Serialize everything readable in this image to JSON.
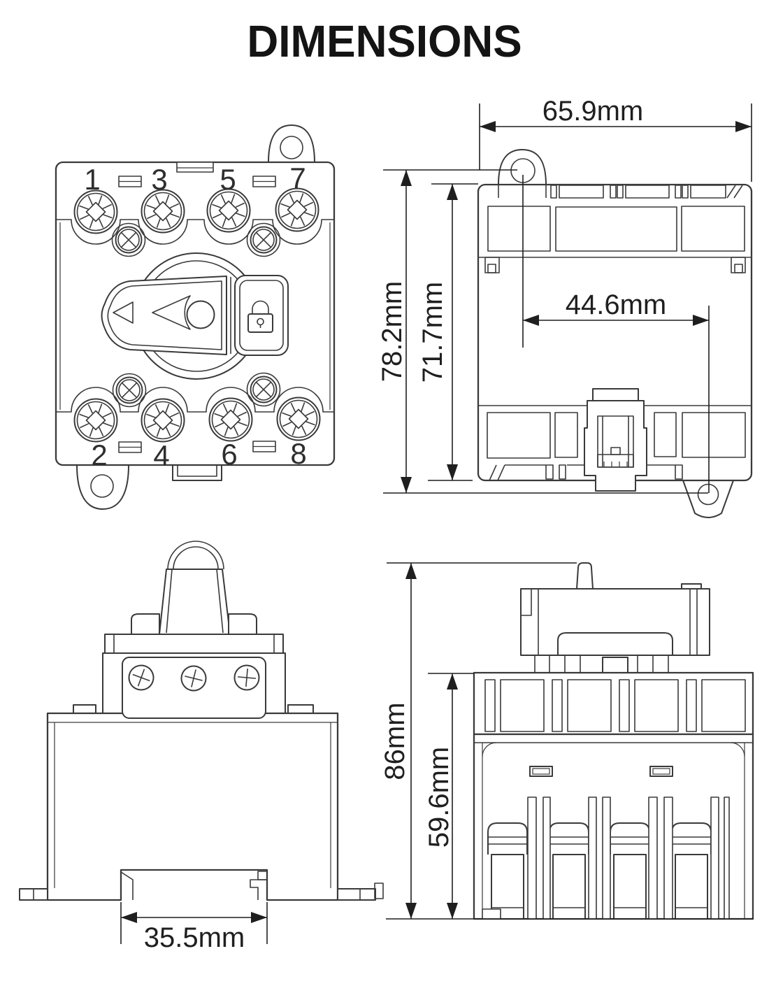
{
  "title": "DIMENSIONS",
  "front_view": {
    "terminals_top": [
      "1",
      "3",
      "5",
      "7"
    ],
    "terminals_bottom": [
      "2",
      "4",
      "6",
      "8"
    ]
  },
  "rear_view": {
    "overall_width": "65.9mm",
    "overall_height": "78.2mm",
    "body_height": "71.7mm",
    "mount_hole_spacing": "44.6mm"
  },
  "side_view": {
    "din_slot_width": "35.5mm"
  },
  "terminal_side_view": {
    "overall_height": "86mm",
    "body_height": "59.6mm"
  },
  "colors": {
    "line": "#3a3a3a",
    "dimension": "#1f1f1f",
    "background": "#ffffff"
  }
}
